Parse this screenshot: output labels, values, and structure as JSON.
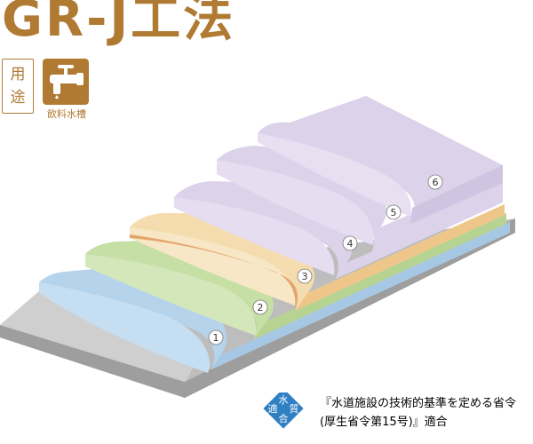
{
  "title": "GR-J工法",
  "usage": {
    "line1": "用",
    "line2": "途"
  },
  "badge": {
    "label": "飲料水槽",
    "icon": "water-faucet-icon"
  },
  "layers": [
    "1",
    "2",
    "3",
    "4",
    "5",
    "6"
  ],
  "certification": {
    "mark": {
      "top": "水",
      "left": "適",
      "right": "質",
      "bottom": "合"
    },
    "line1": "『水道施設の技術的基準を定める省令",
    "line2": "(厚生省令第15号)』適合"
  },
  "colors": {
    "brand": "#b07a33",
    "base": "#bfbfbf",
    "layer1": "#bcd9ef",
    "layer2": "#c8e0a8",
    "layer3": "#f6e1b4",
    "layer3_edge": "#e3a56d",
    "layer_top": "#dcd3ea",
    "mark": "#2f7fc3"
  }
}
